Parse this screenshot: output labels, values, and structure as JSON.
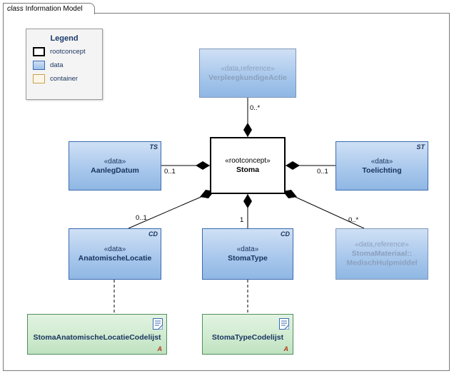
{
  "frame": {
    "keyword": "class",
    "title": "Information Model"
  },
  "legend": {
    "title": "Legend",
    "items": [
      {
        "label": "rootconcept",
        "swatch": "rootconcept-swatch"
      },
      {
        "label": "data",
        "swatch": "data-swatch"
      },
      {
        "label": "container",
        "swatch": "container-swatch"
      }
    ]
  },
  "nodes": [
    {
      "id": "verpleegkundigeactie",
      "stereotype": "«data,reference»",
      "name": "VerpleegkundigeActie",
      "name2": "",
      "corner": "",
      "kind": "reference"
    },
    {
      "id": "stoma",
      "stereotype": "«rootconcept»",
      "name": "Stoma",
      "corner": "",
      "kind": "rootconcept"
    },
    {
      "id": "aanlegdatum",
      "stereotype": "«data»",
      "name": "AanlegDatum",
      "corner": "TS",
      "kind": "data"
    },
    {
      "id": "toelichting",
      "stereotype": "«data»",
      "name": "Toelichting",
      "corner": "ST",
      "kind": "data"
    },
    {
      "id": "anatomischelocatie",
      "stereotype": "«data»",
      "name": "AnatomischeLocatie",
      "corner": "CD",
      "kind": "data"
    },
    {
      "id": "stomatype",
      "stereotype": "«data»",
      "name": "StomaType",
      "corner": "CD",
      "kind": "data"
    },
    {
      "id": "stomamateriaal",
      "stereotype": "«data,reference»",
      "name": "StomaMateriaal::",
      "name2": "MedischHulpmiddel",
      "corner": "",
      "kind": "reference"
    },
    {
      "id": "stomaanatomischelocatiecodelijst",
      "stereotype": "",
      "name": "StomaAnatomischeLocatieCodelijst",
      "corner": "",
      "marker": "A",
      "kind": "codelist"
    },
    {
      "id": "stomatypecodelijst",
      "stereotype": "",
      "name": "StomaTypeCodelijst",
      "corner": "",
      "marker": "A",
      "kind": "codelist"
    }
  ],
  "multiplicities": [
    {
      "id": "mult-verpleegkundigeactie",
      "text": "0..*"
    },
    {
      "id": "mult-aanlegdatum",
      "text": "0..1"
    },
    {
      "id": "mult-toelichting",
      "text": "0..1"
    },
    {
      "id": "mult-anatomischelocatie",
      "text": "0..1"
    },
    {
      "id": "mult-stomatype",
      "text": "1"
    },
    {
      "id": "mult-stomamateriaal",
      "text": "0..*"
    }
  ],
  "colors": {
    "data_fill": "#a9c8ec",
    "data_border": "#3a6ab0",
    "codelist_fill": "#cfeacf",
    "codelist_border": "#4f8f5a",
    "reference_text": "#8ba0bd",
    "root_border": "#000000",
    "frame_border": "#7a7a7a"
  }
}
